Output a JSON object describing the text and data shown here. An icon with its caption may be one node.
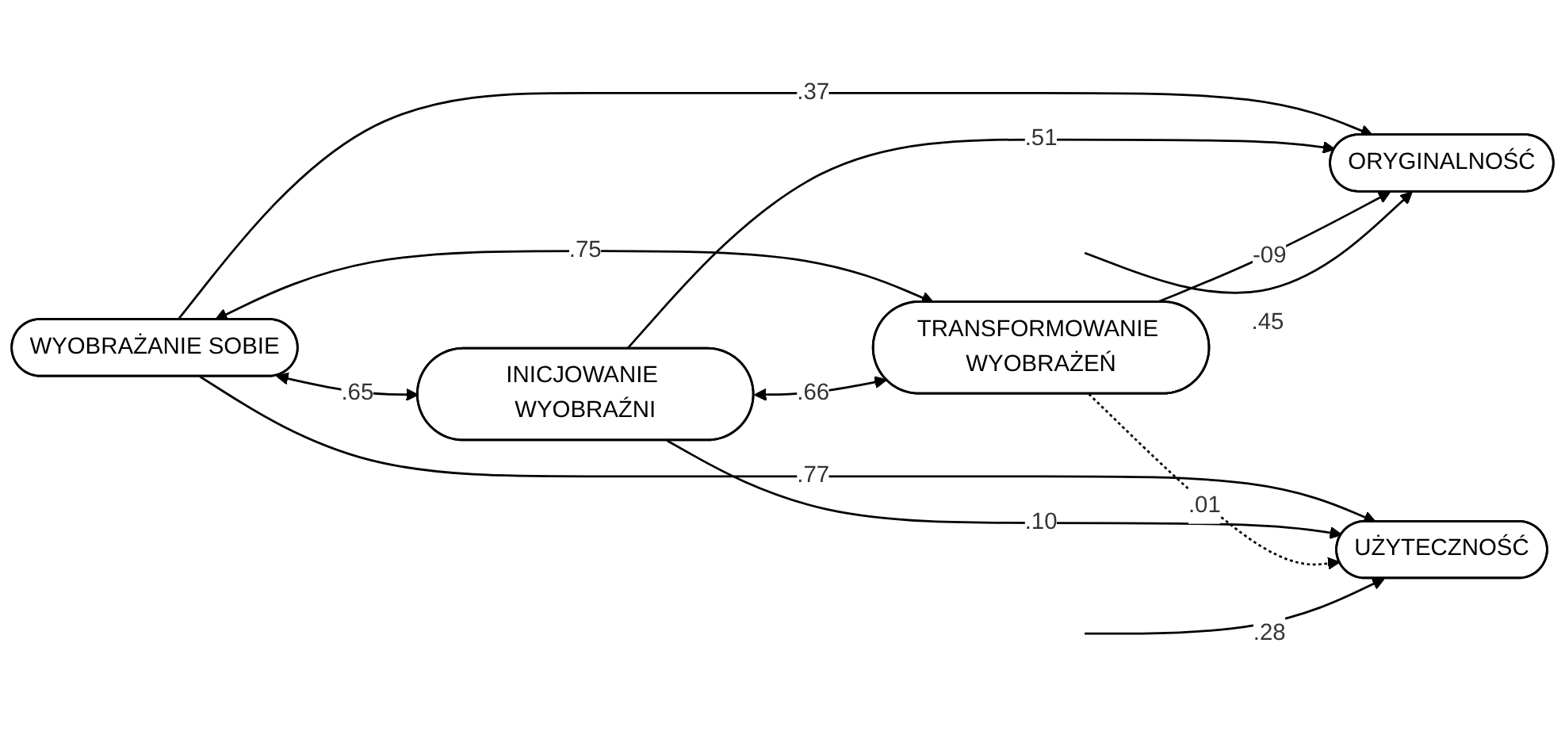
{
  "diagram": {
    "nodes": [
      {
        "text": [
          "WYOBRAŻANIE SOBIE"
        ]
      },
      {
        "text": [
          "INICJOWANIE WYOBRAŹNI"
        ]
      },
      {
        "text": [
          "TRANSFORMOWANIE WYOBRAŻEŃ"
        ]
      },
      {
        "text": [
          "ORYGINALNOŚĆ"
        ]
      },
      {
        "text": [
          "UŻYTECZNOŚĆ"
        ]
      }
    ],
    "edges": [
      {
        "from": 0,
        "to": 1,
        "arrow": "both",
        "label": ".65"
      },
      {
        "from": 0,
        "to": 2,
        "arrow": "both",
        "label": ".75"
      },
      {
        "from": 1,
        "to": 2,
        "arrow": "both",
        "label": ".66"
      },
      {
        "from": 0,
        "to": 3,
        "arrow": "to",
        "label": ".37"
      },
      {
        "from": 0,
        "to": 4,
        "arrow": "to",
        "label": ".77"
      },
      {
        "from": 1,
        "to": 3,
        "arrow": "to",
        "label": ".51"
      },
      {
        "from": 1,
        "to": 4,
        "arrow": "to",
        "label": ".10"
      },
      {
        "from": 2,
        "to": 3,
        "arrow": "to",
        "label": "-09"
      },
      {
        "from": 2,
        "to": 4,
        "arrow": "to",
        "label": ".01",
        "style": "dashed"
      },
      {
        "from": null,
        "to": 3,
        "arrow": "to",
        "label": ".45"
      },
      {
        "from": null,
        "to": 4,
        "arrow": "to",
        "label": ".28"
      }
    ]
  }
}
